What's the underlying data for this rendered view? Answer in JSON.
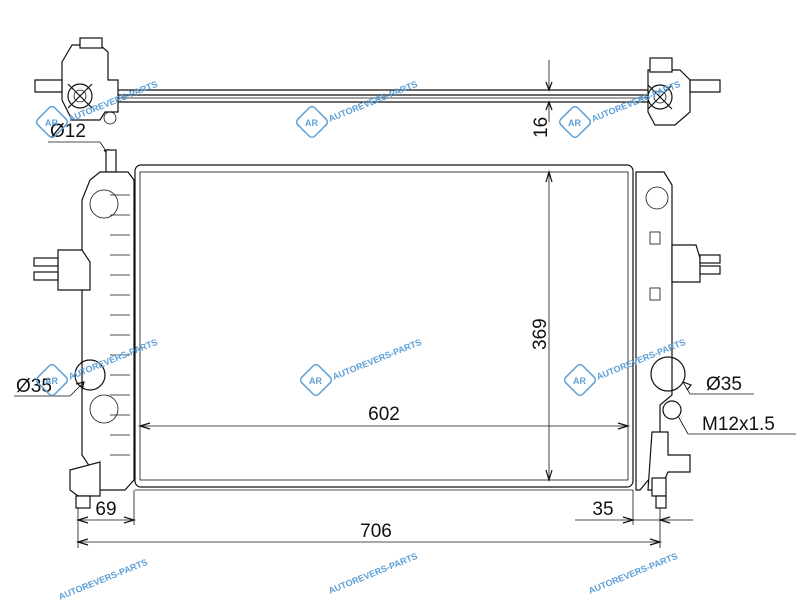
{
  "dimensions": {
    "d12": "Ø12",
    "d16": "16",
    "d369": "369",
    "d602": "602",
    "d35_left": "Ø35",
    "d35_right": "Ø35",
    "thread": "M12x1.5",
    "d69": "69",
    "d35_bottom": "35",
    "d706": "706"
  },
  "watermark": {
    "logo": "AR",
    "text": "AUTOREVERS-PARTS"
  },
  "colors": {
    "line": "#111111",
    "watermark": "#5da0d8"
  }
}
